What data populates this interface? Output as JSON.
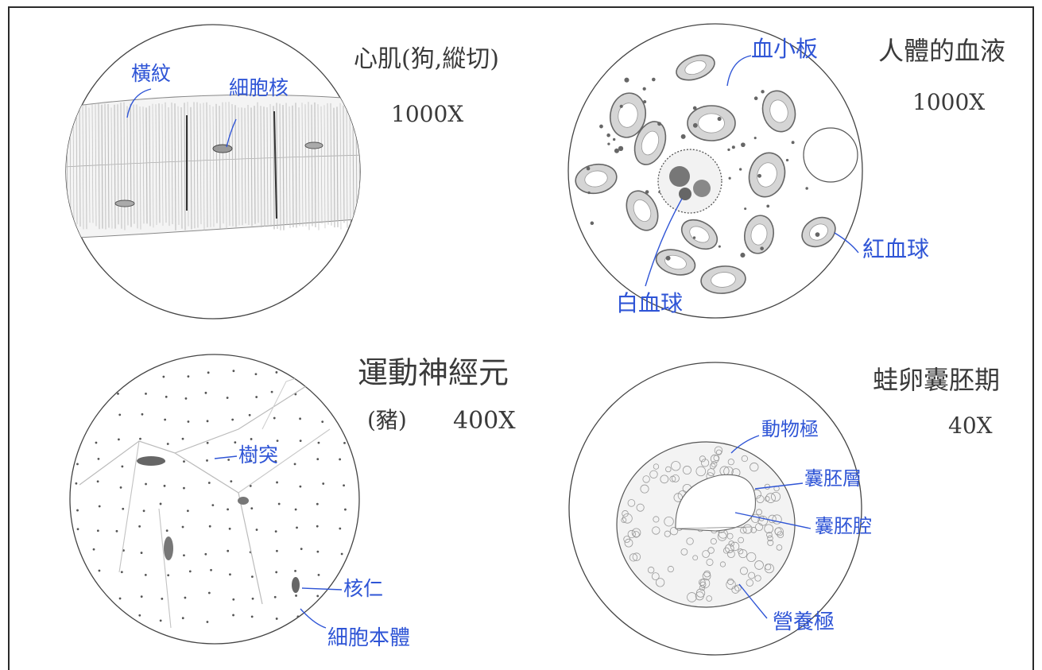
{
  "panels": [
    {
      "title": "心肌(狗,縱切)",
      "magnification": "1000X",
      "labels": [
        "橫紋",
        "細胞核"
      ]
    },
    {
      "title": "人體的血液",
      "magnification": "1000X",
      "labels": [
        "血小板",
        "紅血球",
        "白血球"
      ]
    },
    {
      "title": "運動神經元",
      "subtitle": "(豬)",
      "magnification": "400X",
      "labels": [
        "樹突",
        "核仁",
        "細胞本體"
      ]
    },
    {
      "title": "蛙卵囊胚期",
      "magnification": "40X",
      "labels": [
        "動物極",
        "囊胚層",
        "囊胚腔",
        "營養極"
      ]
    }
  ],
  "colors": {
    "pencil": "#3a3a3a",
    "label_ink": "#2f55d6",
    "border": "#2a2a2a"
  }
}
